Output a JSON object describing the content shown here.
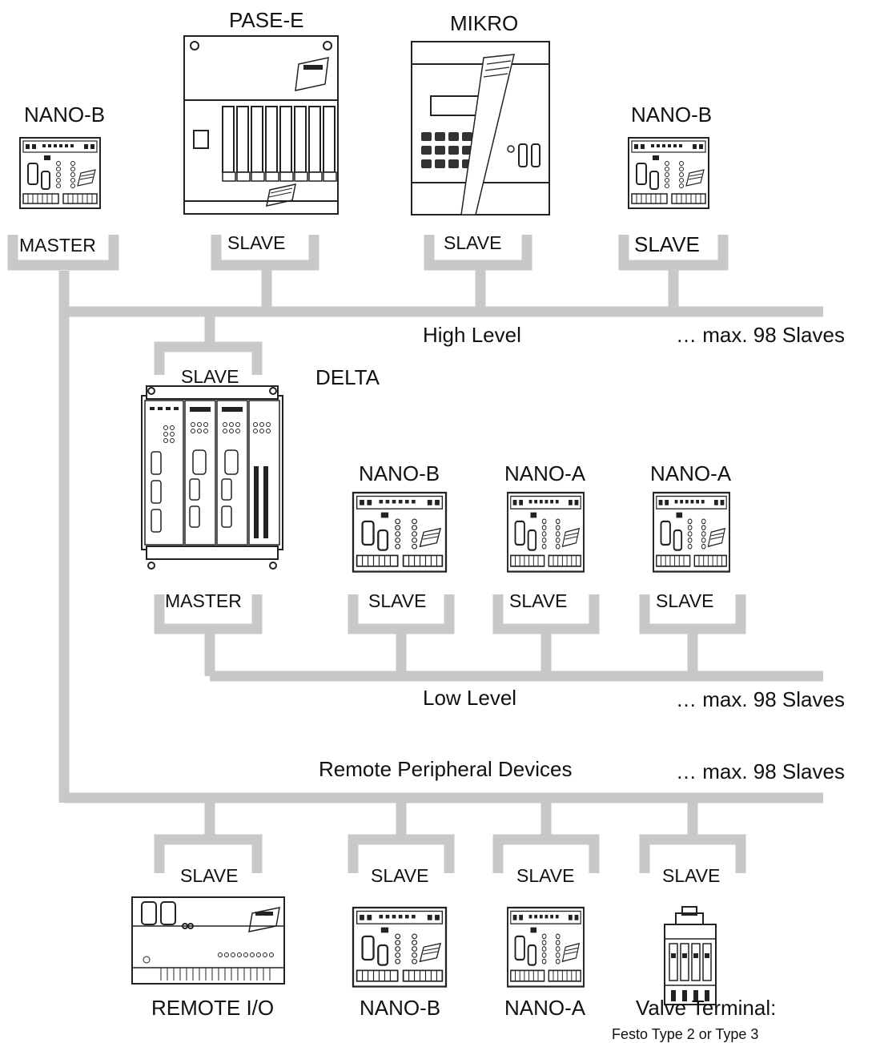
{
  "devices": {
    "nano_b_top_left": "NANO-B",
    "pase_e": "PASE-E",
    "mikro": "MIKRO",
    "nano_b_top_right": "NANO-B",
    "delta": "DELTA",
    "nano_b_mid": "NANO-B",
    "nano_a_mid_1": "NANO-A",
    "nano_a_mid_2": "NANO-A",
    "remote_io": "REMOTE I/O",
    "nano_b_bottom": "NANO-B",
    "nano_a_bottom": "NANO-A",
    "valve_terminal": "Valve Terminal:",
    "valve_terminal_sub": "Festo Type 2 or Type 3"
  },
  "roles": {
    "master": "MASTER",
    "slave": "SLAVE"
  },
  "buses": {
    "high_level": "High Level",
    "low_level": "Low Level",
    "remote": "Remote Peripheral Devices",
    "max_slaves": "… max. 98 Slaves"
  },
  "colors": {
    "bus": "#c8c8c8",
    "device_line": "#222222"
  }
}
